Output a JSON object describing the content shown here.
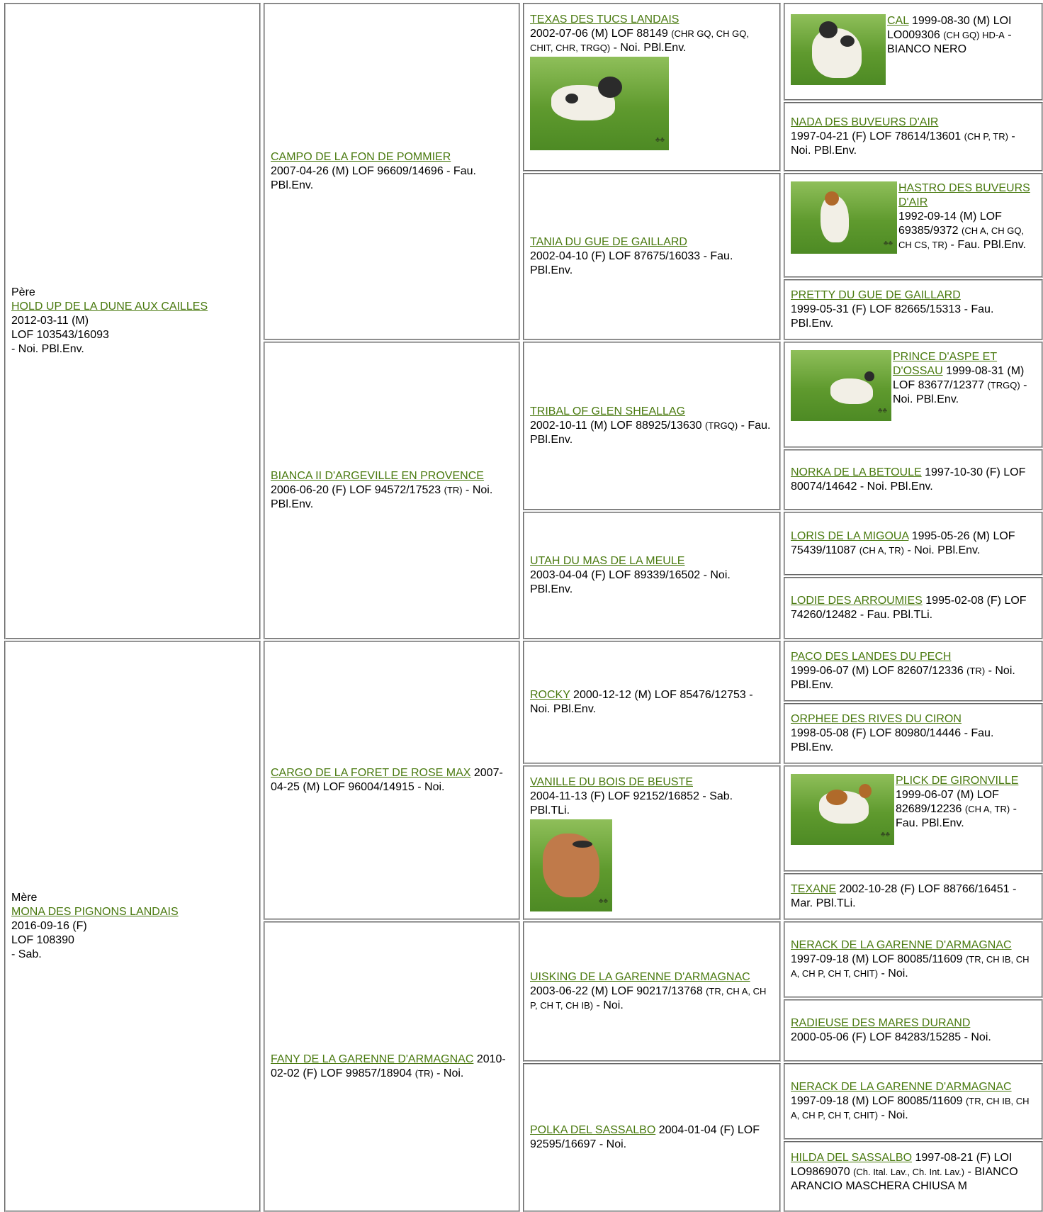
{
  "gen1": {
    "sire": {
      "role": "Père",
      "name": "HOLD UP DE LA DUNE AUX CAILLES",
      "line1": "2012-03-11 (M)",
      "line2": "LOF 103543/16093",
      "line3": "- Noi. PBl.Env."
    },
    "dam": {
      "role": "Mère",
      "name": "MONA DES PIGNONS LANDAIS",
      "line1": "2016-09-16 (F)",
      "line2": "LOF 108390",
      "line3": "- Sab."
    }
  },
  "gen2": [
    {
      "name": "CAMPO DE LA FON DE POMMIER",
      "text": "2007-04-26 (M) LOF 96609/14696 - Fau. PBl.Env."
    },
    {
      "name": "BIANCA II D'ARGEVILLE EN PROVENCE",
      "text": " 2006-06-20 (F) LOF 94572/17523 ",
      "small": "(TR)",
      "tail": " - Noi. PBl.Env."
    },
    {
      "name": "CARGO DE LA FORET DE ROSE MAX",
      "text": " 2007-04-25 (M) LOF 96004/14915 - Noi."
    },
    {
      "name": "FANY DE LA GARENNE D'ARMAGNAC",
      "text": " 2010-02-02 (F) LOF 99857/18904 ",
      "small": "(TR)",
      "tail": " - Noi."
    }
  ],
  "gen3": [
    {
      "name": "TEXAS DES TUCS LANDAIS",
      "text": "2002-07-06 (M) LOF 88149 ",
      "small": "(CHR GQ, CH GQ, CHIT, CHR, TRGQ)",
      "tail": " - Noi. PBl.Env."
    },
    {
      "name": "TANIA DU GUE DE GAILLARD",
      "text": "2002-04-10 (F) LOF 87675/16033 - Fau. PBl.Env."
    },
    {
      "name": "TRIBAL OF GLEN SHEALLAG",
      "text": "2002-10-11 (M) LOF 88925/13630 ",
      "small": "(TRGQ)",
      "tail": " - Fau. PBl.Env."
    },
    {
      "name": "UTAH DU MAS DE LA MEULE",
      "text": "2003-04-04 (F) LOF 89339/16502 - Noi. PBl.Env."
    },
    {
      "name": "ROCKY",
      "text": " 2000-12-12 (M) LOF 85476/12753 - Noi. PBl.Env."
    },
    {
      "name": "VANILLE DU BOIS DE BEUSTE",
      "text": "2004-11-13 (F) LOF 92152/16852 - Sab. PBl.TLi."
    },
    {
      "name": "UISKING DE LA GARENNE D'ARMAGNAC",
      "text": " 2003-06-22 (M) LOF 90217/13768 ",
      "small": "(TR, CH A, CH P, CH T, CH IB)",
      "tail": " - Noi."
    },
    {
      "name": "POLKA DEL SASSALBO",
      "text": " 2004-01-04 (F) LOF 92595/16697 - Noi."
    }
  ],
  "gen4": [
    {
      "name": "CAL",
      "text": " 1999-08-30 (M) LOI LO009306 ",
      "small": "(CH GQ) HD-A",
      "tail": " - BIANCO NERO"
    },
    {
      "name": "NADA DES BUVEURS D'AIR",
      "text": "1997-04-21 (F) LOF 78614/13601 ",
      "small": "(CH P, TR)",
      "tail": " - Noi. PBl.Env."
    },
    {
      "name": "HASTRO DES BUVEURS D'AIR",
      "text": "1992-09-14 (M) LOF 69385/9372 ",
      "small": "(CH A, CH GQ, CH CS, TR)",
      "tail": " - Fau. PBl.Env."
    },
    {
      "name": "PRETTY DU GUE DE GAILLARD",
      "text": "1999-05-31 (F) LOF 82665/15313 - Fau. PBl.Env."
    },
    {
      "name": "PRINCE D'ASPE ET D'OSSAU",
      "text": " 1999-08-31 (M) LOF 83677/12377 ",
      "small": "(TRGQ)",
      "tail": " - Noi. PBl.Env."
    },
    {
      "name": "NORKA DE LA BETOULE",
      "text": " 1997-10-30 (F) LOF 80074/14642 - Noi. PBl.Env."
    },
    {
      "name": "LORIS DE LA MIGOUA",
      "text": " 1995-05-26 (M) LOF 75439/11087 ",
      "small": "(CH A, TR)",
      "tail": " - Noi. PBl.Env."
    },
    {
      "name": "LODIE DES ARROUMIES",
      "text": " 1995-02-08 (F) LOF 74260/12482 - Fau. PBl.TLi."
    },
    {
      "name": "PACO DES LANDES DU PECH",
      "text": "1999-06-07 (M) LOF 82607/12336 ",
      "small": "(TR)",
      "tail": " - Noi. PBl.Env."
    },
    {
      "name": "ORPHEE DES RIVES DU CIRON",
      "text": "1998-05-08 (F) LOF 80980/14446 - Fau. PBl.Env."
    },
    {
      "name": "PLICK DE GIRONVILLE",
      "text": "1999-06-07 (M) LOF 82689/12236 ",
      "small": "(CH A, TR)",
      "tail": " - Fau. PBl.Env."
    },
    {
      "name": "TEXANE",
      "text": " 2002-10-28 (F) LOF 88766/16451 - Mar. PBl.TLi."
    },
    {
      "name": "NERACK DE LA GARENNE D'ARMAGNAC",
      "text": " 1997-09-18 (M) LOF 80085/11609 ",
      "small": "(TR, CH IB, CH A, CH P, CH T, CHIT)",
      "tail": " - Noi."
    },
    {
      "name": "RADIEUSE DES MARES DURAND",
      "text": "2000-05-06 (F) LOF 84283/15285 - Noi."
    },
    {
      "name": "NERACK DE LA GARENNE D'ARMAGNAC",
      "text": " 1997-09-18 (M) LOF 80085/11609 ",
      "small": "(TR, CH IB, CH A, CH P, CH T, CHIT)",
      "tail": " - Noi."
    },
    {
      "name": "HILDA DEL SASSALBO",
      "text": " 1997-08-21 (F) LOI LO9869070 ",
      "small": "(Ch. Ital. Lav., Ch. Int. Lav.)",
      "tail": " - BIANCO ARANCIO MASCHERA CHIUSA M"
    }
  ]
}
